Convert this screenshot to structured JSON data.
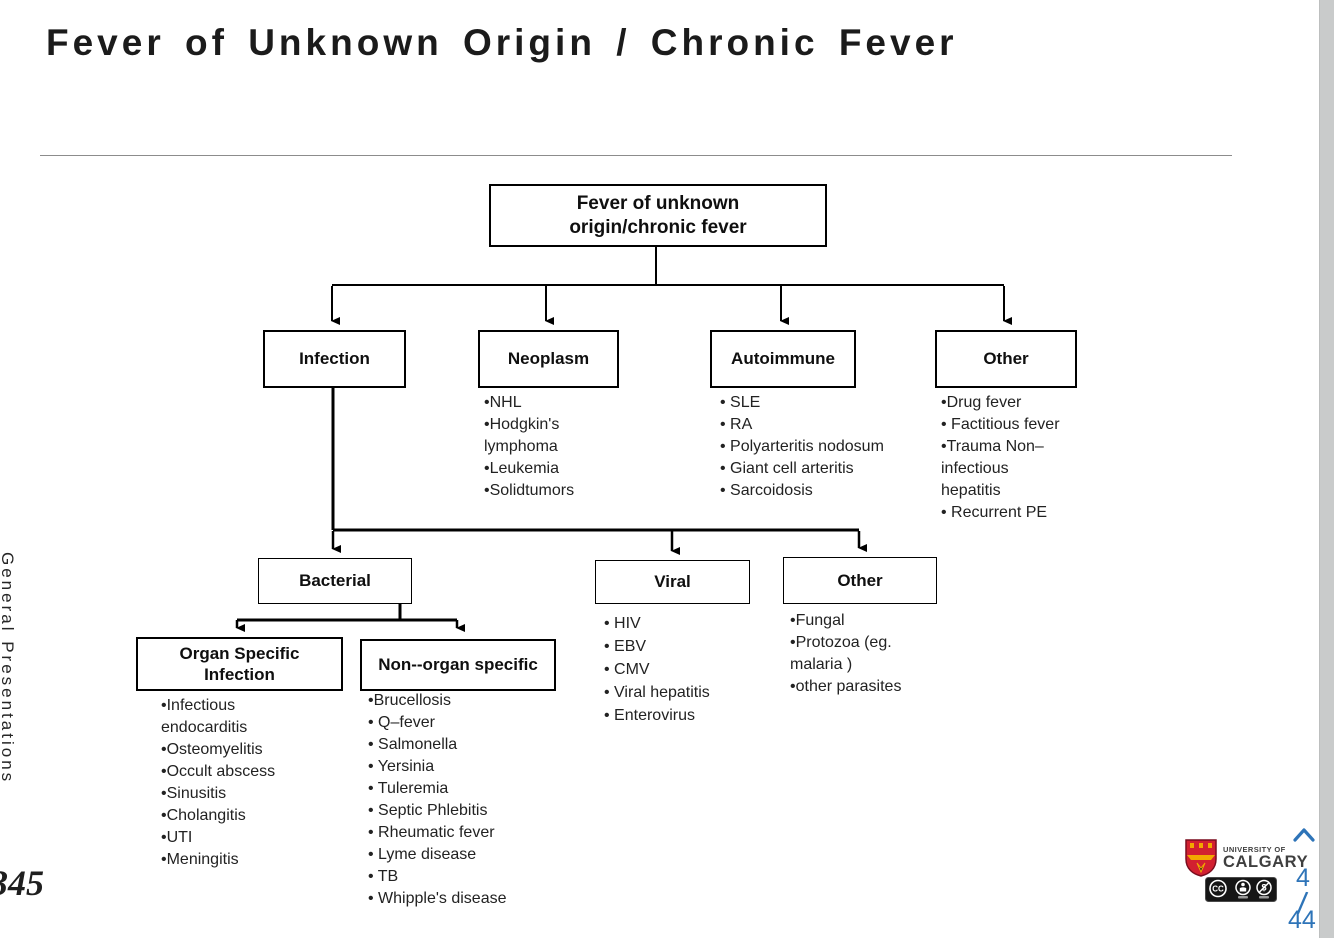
{
  "page": {
    "title": "Fever of Unknown Origin / Chronic Fever",
    "sidebar_text": "General Presentations",
    "corner_number": "345"
  },
  "diagram": {
    "root": {
      "label": "Fever of unknown\norigin/chronic fever"
    },
    "level1": [
      {
        "label": "Infection",
        "items": []
      },
      {
        "label": "Neoplasm",
        "items": [
          "•NHL",
          "•Hodgkin's\nlymphoma",
          "•Leukemia",
          "•Solidtumors"
        ]
      },
      {
        "label": "Autoimmune",
        "items": [
          "• SLE",
          "• RA",
          "• Polyarteritis nodosum",
          "• Giant cell arteritis",
          "• Sarcoidosis"
        ]
      },
      {
        "label": "Other",
        "items": [
          "•Drug fever",
          "• Factitious fever",
          "•Trauma Non–\ninfectious\nhepatitis",
          "• Recurrent PE"
        ]
      }
    ],
    "level2": [
      {
        "label": "Bacterial",
        "items": []
      },
      {
        "label": "Viral",
        "items": [
          "• HIV",
          "• EBV",
          "• CMV",
          "• Viral hepatitis",
          "• Enterovirus"
        ]
      },
      {
        "label": "Other",
        "items": [
          "•Fungal",
          "•Protozoa (eg.\nmalaria )",
          "•other parasites"
        ]
      }
    ],
    "level3": [
      {
        "label": "Organ Specific\nInfection",
        "items": [
          "•Infectious\nendocarditis",
          "•Osteomyelitis",
          "•Occult abscess",
          "•Sinusitis",
          "•Cholangitis",
          "•UTI",
          "•Meningitis"
        ]
      },
      {
        "label": "Non--organ specific",
        "items": [
          "•Brucellosis",
          "• Q–fever",
          "• Salmonella",
          "• Yersinia",
          "• Tuleremia",
          "• Septic Phlebitis",
          "• Rheumatic fever",
          "• Lyme disease",
          "• TB",
          "• Whipple's disease"
        ]
      }
    ]
  },
  "footer": {
    "logo": {
      "line1": "UNIVERSITY OF",
      "line2": "CALGARY"
    },
    "license": {
      "cc_label": "CC"
    },
    "page_current": "4",
    "page_separator": "/",
    "page_total": "44"
  },
  "colors": {
    "accent_blue": "#2e74b8",
    "shield_red": "#d22030",
    "shield_gold": "#f2a900",
    "line_black": "#000000"
  }
}
